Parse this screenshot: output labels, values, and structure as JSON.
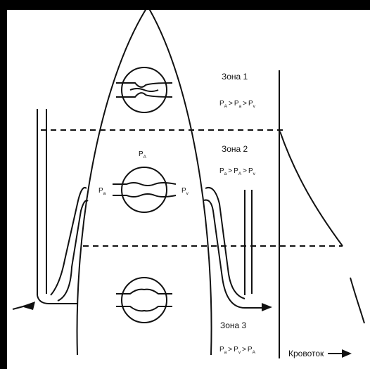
{
  "zones": [
    {
      "title": "Зона 1",
      "inequality": [
        [
          "P",
          "A"
        ],
        [
          "P",
          "a"
        ],
        [
          "P",
          "v"
        ]
      ]
    },
    {
      "title": "Зона 2",
      "inequality": [
        [
          "P",
          "a"
        ],
        [
          "P",
          "A"
        ],
        [
          "P",
          "v"
        ]
      ]
    },
    {
      "title": "Зона 3",
      "inequality": [
        [
          "P",
          "a"
        ],
        [
          "P",
          "v"
        ],
        [
          "P",
          "A"
        ]
      ]
    }
  ],
  "vessel_labels": {
    "alveolar": {
      "main": "P",
      "sub": "A"
    },
    "arterial": {
      "main": "P",
      "sub": "a"
    },
    "venous": {
      "main": "P",
      "sub": "v"
    }
  },
  "inequality_sign": ">",
  "flow_label": "Кровоток"
}
